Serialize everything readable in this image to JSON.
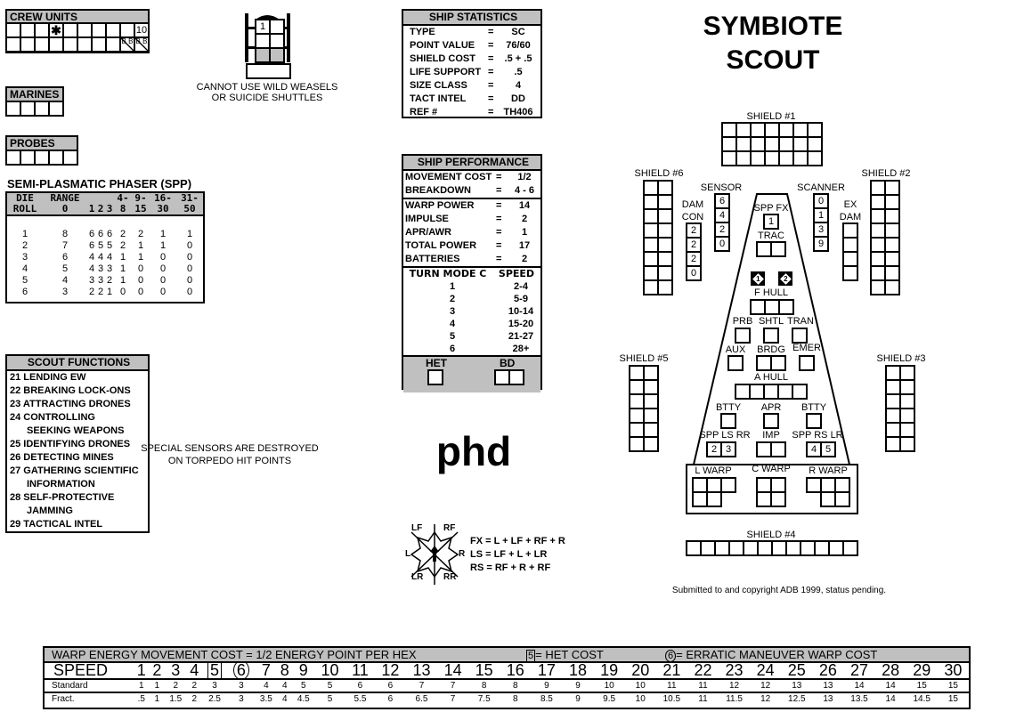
{
  "title": [
    "SYMBIOTE",
    "SCOUT"
  ],
  "logo": "phd",
  "crew_units": {
    "label": "CREW UNITS",
    "cells": [
      [
        "",
        "",
        "",
        "✱",
        "",
        "",
        "",
        "",
        "",
        "10"
      ],
      [
        "",
        "",
        "",
        "",
        "",
        "",
        "",
        "",
        "B B",
        "B B"
      ]
    ]
  },
  "marines": {
    "label": "MARINES"
  },
  "probes": {
    "label": "PROBES"
  },
  "shuttle": {
    "cells": [
      "1",
      "",
      "",
      "",
      "",
      ""
    ],
    "note": [
      "CANNOT USE WILD WEASELS",
      "OR SUICIDE SHUTTLES"
    ]
  },
  "spp": {
    "title": "SEMI-PLASMATIC PHASER (SPP)",
    "header_top": [
      "DIE",
      "RANGE",
      "",
      "",
      "",
      "4-",
      "9-",
      "16-",
      "31-"
    ],
    "header_bottom": [
      "ROLL",
      "0",
      "1",
      "2",
      "3",
      "8",
      "15",
      "30",
      "50"
    ],
    "rows": [
      [
        "1",
        "8",
        "6",
        "6",
        "6",
        "2",
        "2",
        "1",
        "1"
      ],
      [
        "2",
        "7",
        "6",
        "5",
        "5",
        "2",
        "1",
        "1",
        "0"
      ],
      [
        "3",
        "6",
        "4",
        "4",
        "4",
        "1",
        "1",
        "0",
        "0"
      ],
      [
        "4",
        "5",
        "4",
        "3",
        "3",
        "1",
        "0",
        "0",
        "0"
      ],
      [
        "5",
        "4",
        "3",
        "3",
        "2",
        "1",
        "0",
        "0",
        "0"
      ],
      [
        "6",
        "3",
        "2",
        "2",
        "1",
        "0",
        "0",
        "0",
        "0"
      ]
    ]
  },
  "scout_functions": {
    "title": "SCOUT FUNCTIONS",
    "items": [
      {
        "text": "21 LENDING EW"
      },
      {
        "text": "22 BREAKING LOCK-ONS"
      },
      {
        "text": "23 ATTRACTING DRONES"
      },
      {
        "text": "24 CONTROLLING",
        "cont": "SEEKING WEAPONS"
      },
      {
        "text": "25 IDENTIFYING DRONES"
      },
      {
        "text": "26 DETECTING MINES"
      },
      {
        "text": "27 GATHERING SCIENTIFIC",
        "cont": "INFORMATION"
      },
      {
        "text": "28 SELF-PROTECTIVE",
        "cont": "JAMMING"
      },
      {
        "text": "29 TACTICAL INTEL"
      }
    ]
  },
  "special_note": [
    "SPECIAL SENSORS ARE DESTROYED",
    "ON TORPEDO HIT POINTS"
  ],
  "ship_statistics": {
    "title": "SHIP STATISTICS",
    "rows": [
      {
        "label": "TYPE",
        "eq": "=",
        "value": "SC"
      },
      {
        "label": "POINT VALUE",
        "eq": "=",
        "value": "76/60"
      },
      {
        "label": "SHIELD COST",
        "eq": "=",
        "value": ".5 + .5"
      },
      {
        "label": "LIFE SUPPORT",
        "eq": "=",
        "value": ".5"
      },
      {
        "label": "SIZE CLASS",
        "eq": "=",
        "value": "4"
      },
      {
        "label": "TACT INTEL",
        "eq": "=",
        "value": "DD"
      },
      {
        "label": "REF #",
        "eq": "=",
        "value": "TH406"
      }
    ]
  },
  "ship_performance": {
    "title": "SHIP PERFORMANCE",
    "movement": [
      {
        "label": "MOVEMENT COST",
        "eq": "=",
        "value": "1/2"
      },
      {
        "label": "BREAKDOWN",
        "eq": "=",
        "value": "4 - 6"
      }
    ],
    "power": [
      {
        "label": "WARP POWER",
        "eq": "=",
        "value": "14"
      },
      {
        "label": "IMPULSE",
        "eq": "=",
        "value": "2"
      },
      {
        "label": "APR/AWR",
        "eq": "=",
        "value": "1"
      },
      {
        "label": "TOTAL POWER",
        "eq": "=",
        "value": "17"
      },
      {
        "label": "BATTERIES",
        "eq": "=",
        "value": "2"
      }
    ],
    "turn_header": [
      "TURN MODE C",
      "SPEED"
    ],
    "turn_rows": [
      [
        "1",
        "2-4"
      ],
      [
        "2",
        "5-9"
      ],
      [
        "3",
        "10-14"
      ],
      [
        "4",
        "15-20"
      ],
      [
        "5",
        "21-27"
      ],
      [
        "6",
        "28+"
      ]
    ],
    "het": "HET",
    "bd": "BD"
  },
  "ssd": {
    "shields": [
      "SHIELD #1",
      "SHIELD #2",
      "SHIELD #3",
      "SHIELD #4",
      "SHIELD #5",
      "SHIELD #6"
    ],
    "dam_con": {
      "label": [
        "DAM",
        "CON"
      ],
      "cells": [
        "2",
        "2",
        "2",
        "0"
      ]
    },
    "sensor": {
      "label": "SENSOR",
      "cells": [
        "6",
        "4",
        "2",
        "0"
      ]
    },
    "scanner": {
      "label": "SCANNER",
      "cells": [
        "0",
        "1",
        "3",
        "9"
      ]
    },
    "ex_dam": {
      "label": [
        "EX",
        "DAM"
      ]
    },
    "spp_fx": {
      "label": "SPP FX",
      "cells": [
        "1"
      ]
    },
    "trac": "TRAC",
    "diamonds": [
      "1",
      "2"
    ],
    "f_hull": "F HULL",
    "prb": "PRB",
    "shtl": "SHTL",
    "tran": "TRAN",
    "aux": "AUX",
    "brdg": "BRDG",
    "emer": "EMER",
    "a_hull": "A HULL",
    "btty": "BTTY",
    "apr": "APR",
    "spp_ls_rr": {
      "label": "SPP LS RR",
      "cells": [
        "2",
        "3"
      ]
    },
    "imp": "IMP",
    "spp_rs_lr": {
      "label": "SPP RS LR",
      "cells": [
        "4",
        "5"
      ]
    },
    "l_warp": "L WARP",
    "c_warp": "C WARP",
    "r_warp": "R WARP"
  },
  "copyright": "Submitted to and copyright ADB 1999, status pending.",
  "compass": {
    "labels": [
      "LF",
      "RF",
      "L",
      "R",
      "LR",
      "RR"
    ],
    "formulas": [
      "FX = L + LF + RF + R",
      "LS = LF + L + LR",
      "RS = RF + R + RF"
    ]
  },
  "movement_table": {
    "title": "WARP ENERGY MOVEMENT COST = 1/2 ENERGY POINT PER HEX",
    "het_legend": "= HET COST",
    "erratic_legend": "= ERRATIC MANEUVER WARP COST",
    "het_speed": 5,
    "erratic_speed": 6,
    "row_labels": [
      "SPEED",
      "Standard",
      "Fract."
    ],
    "speed": [
      "1",
      "2",
      "3",
      "4",
      "5",
      "6",
      "7",
      "8",
      "9",
      "10",
      "11",
      "12",
      "13",
      "14",
      "15",
      "16",
      "17",
      "18",
      "19",
      "20",
      "21",
      "22",
      "23",
      "24",
      "25",
      "26",
      "27",
      "28",
      "29",
      "30"
    ],
    "standard": [
      "1",
      "1",
      "2",
      "2",
      "3",
      "3",
      "4",
      "4",
      "5",
      "5",
      "6",
      "6",
      "7",
      "7",
      "8",
      "8",
      "9",
      "9",
      "10",
      "10",
      "11",
      "11",
      "12",
      "12",
      "13",
      "13",
      "14",
      "14",
      "15",
      "15"
    ],
    "fract": [
      ".5",
      "1",
      "1.5",
      "2",
      "2.5",
      "3",
      "3.5",
      "4",
      "4.5",
      "5",
      "5.5",
      "6",
      "6.5",
      "7",
      "7.5",
      "8",
      "8.5",
      "9",
      "9.5",
      "10",
      "10.5",
      "11",
      "11.5",
      "12",
      "12.5",
      "13",
      "13.5",
      "14",
      "14.5",
      "15"
    ]
  }
}
